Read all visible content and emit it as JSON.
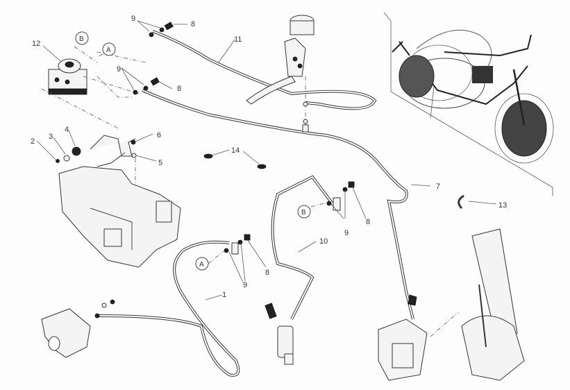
{
  "diagram": {
    "title": "ABS brake system exploded view",
    "callouts": [
      {
        "id": "c1",
        "number": "1"
      },
      {
        "id": "c2",
        "number": "2"
      },
      {
        "id": "c3",
        "number": "3"
      },
      {
        "id": "c4",
        "number": "4"
      },
      {
        "id": "c5",
        "number": "5"
      },
      {
        "id": "c6",
        "number": "6"
      },
      {
        "id": "c7",
        "number": "7"
      },
      {
        "id": "c8a",
        "number": "8"
      },
      {
        "id": "c8b",
        "number": "8"
      },
      {
        "id": "c8c",
        "number": "8"
      },
      {
        "id": "c8d",
        "number": "8"
      },
      {
        "id": "c9a",
        "number": "9"
      },
      {
        "id": "c9b",
        "number": "9"
      },
      {
        "id": "c9c",
        "number": "9"
      },
      {
        "id": "c9d",
        "number": "9"
      },
      {
        "id": "c10",
        "number": "10"
      },
      {
        "id": "c11",
        "number": "11"
      },
      {
        "id": "c12",
        "number": "12"
      },
      {
        "id": "c13",
        "number": "13"
      },
      {
        "id": "c14",
        "number": "14"
      }
    ],
    "reference_markers": [
      {
        "id": "refA1",
        "letter": "A"
      },
      {
        "id": "refB1",
        "letter": "B"
      },
      {
        "id": "refA2",
        "letter": "A"
      },
      {
        "id": "refB2",
        "letter": "B"
      }
    ],
    "parts": [
      "abs-control-unit",
      "abs-bracket",
      "battery-tray",
      "front-brake-master-cylinder",
      "rear-brake-caliper",
      "front-brake-caliper",
      "rear-brake-master-cylinder",
      "motorcycle-overview",
      "hose-clamp",
      "cable-ties"
    ]
  }
}
